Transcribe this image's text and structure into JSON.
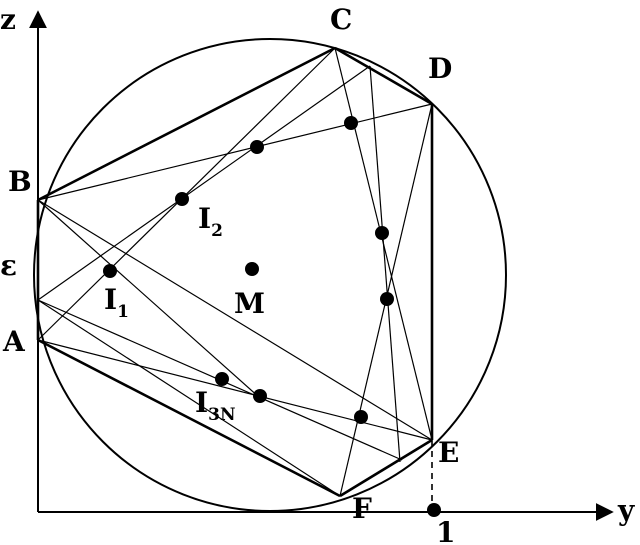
{
  "axes": {
    "y_label": "y",
    "z_label": "z",
    "epsilon_label": "ε",
    "unit_label": "1"
  },
  "vertices": {
    "A": "A",
    "B": "B",
    "C": "C",
    "D": "D",
    "E": "E",
    "F": "F"
  },
  "center_label": "M",
  "incenters": {
    "i1": {
      "main": "I",
      "sub": "1"
    },
    "i2": {
      "main": "I",
      "sub": "2"
    },
    "i3n": {
      "main": "I",
      "sub": "3N"
    }
  },
  "colors": {
    "stroke": "#000000",
    "background": "#ffffff"
  }
}
